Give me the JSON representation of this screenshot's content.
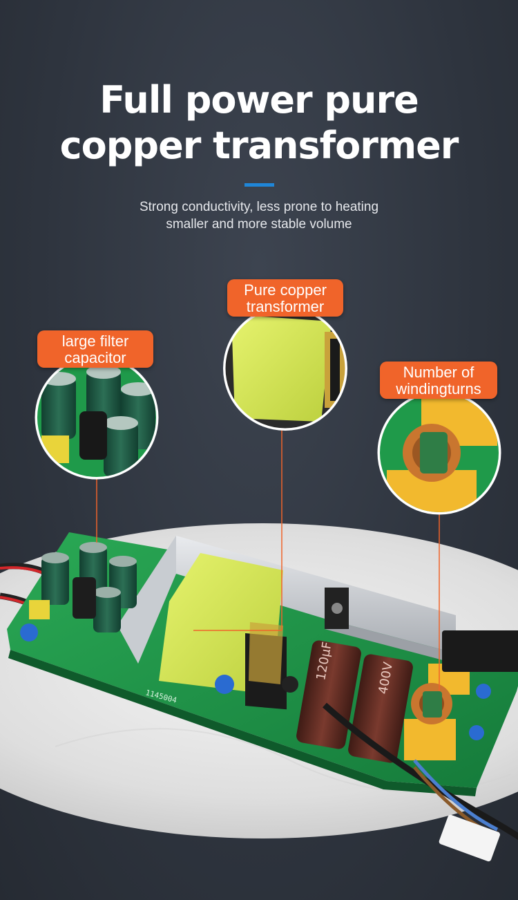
{
  "headline": {
    "line1": "Full power pure",
    "line2": "copper transformer"
  },
  "subtitle": {
    "line1": "Strong conductivity, less prone to heating",
    "line2": "smaller and more stable volume"
  },
  "callouts": {
    "capacitor": {
      "line1": "large filter",
      "line2": "capacitor"
    },
    "transformer": {
      "line1": "Pure copper",
      "line2": "transformer"
    },
    "winding": {
      "line1": "Number of",
      "line2": "windingturns"
    }
  },
  "board_markings": {
    "serial": "1145004",
    "cap_value": "120μF",
    "cap_voltage": "400V"
  },
  "colors": {
    "accent": "#1f86d8",
    "callout": "#f0642a",
    "pcb": "#1f9a4a",
    "transformer": "#d8ec5a",
    "capacitor": "#5b2a22",
    "background": "#2e343e"
  }
}
